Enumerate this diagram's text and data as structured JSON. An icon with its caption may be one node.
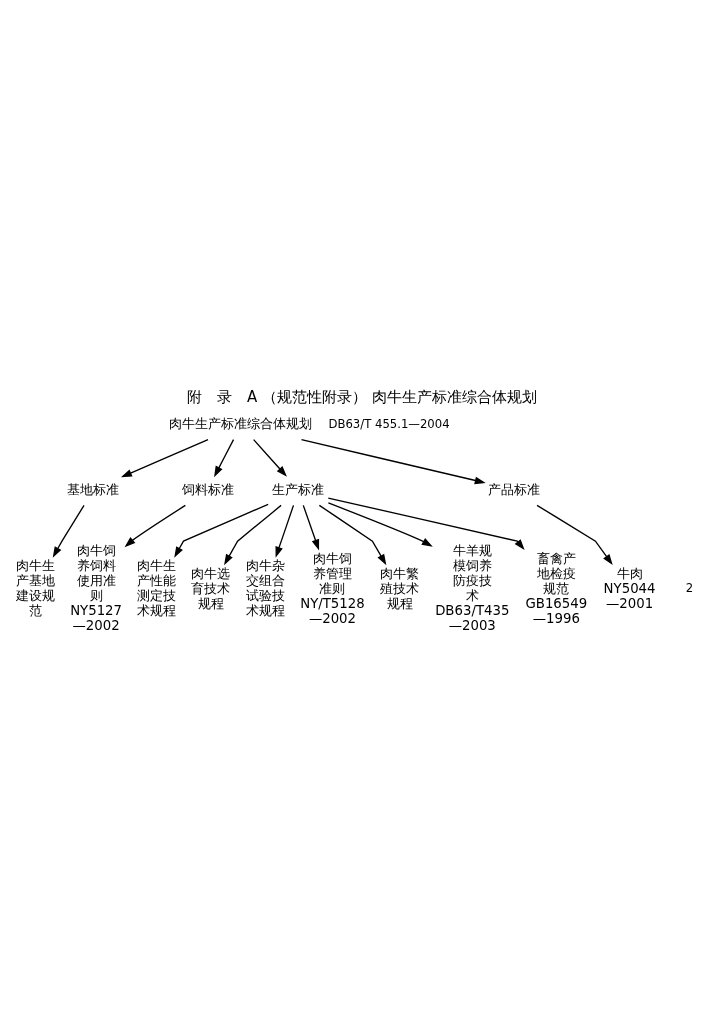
{
  "diagram": {
    "title": "附　录　A （规范性附录） 肉牛生产标准综合体规划",
    "nodes": [
      {
        "text": [
          "肉牛生产标准综合体规划"
        ]
      },
      {
        "text": [
          "基地标准"
        ]
      },
      {
        "text": [
          "饲料标准"
        ]
      },
      {
        "text": [
          "生产标准"
        ]
      },
      {
        "text": [
          "产品标准"
        ]
      },
      {
        "text": [
          "肉牛生产基地建设规范"
        ]
      },
      {
        "text": [
          "肉牛饲养饲料使用准则 NY5127—2002"
        ]
      },
      {
        "text": [
          "肉牛生产性能测定技术规程"
        ]
      },
      {
        "text": [
          "肉牛选育技术规程"
        ]
      },
      {
        "text": [
          "肉牛杂交组合试验技术规程"
        ]
      },
      {
        "text": [
          "肉牛饲养管理准则 NY/T5128—2002"
        ]
      },
      {
        "text": [
          "肉牛繁殖技术规程"
        ]
      },
      {
        "text": [
          "牛羊规模饲养防疫技术 DB63/T435—2003"
        ]
      },
      {
        "text": [
          "畜禽产地检疫规范 GB16549—1996"
        ]
      },
      {
        "text": [
          "牛肉 NY5044—2001"
        ]
      }
    ],
    "edges": [
      {
        "from": 0,
        "to": 1,
        "arrow": "to"
      },
      {
        "from": 0,
        "to": 2,
        "arrow": "to"
      },
      {
        "from": 0,
        "to": 3,
        "arrow": "to"
      },
      {
        "from": 0,
        "to": 4,
        "arrow": "to"
      },
      {
        "from": 1,
        "to": 5,
        "arrow": "to"
      },
      {
        "from": 2,
        "to": 6,
        "arrow": "to"
      },
      {
        "from": 3,
        "to": 7,
        "arrow": "to"
      },
      {
        "from": 3,
        "to": 8,
        "arrow": "to"
      },
      {
        "from": 3,
        "to": 9,
        "arrow": "to"
      },
      {
        "from": 3,
        "to": 10,
        "arrow": "to"
      },
      {
        "from": 3,
        "to": 11,
        "arrow": "to"
      },
      {
        "from": 3,
        "to": 12,
        "arrow": "to"
      },
      {
        "from": 3,
        "to": 13,
        "arrow": "to"
      },
      {
        "from": 4,
        "to": 14,
        "arrow": "to"
      }
    ],
    "labels": [
      "DB63/T 455.1—2004",
      "2"
    ]
  }
}
